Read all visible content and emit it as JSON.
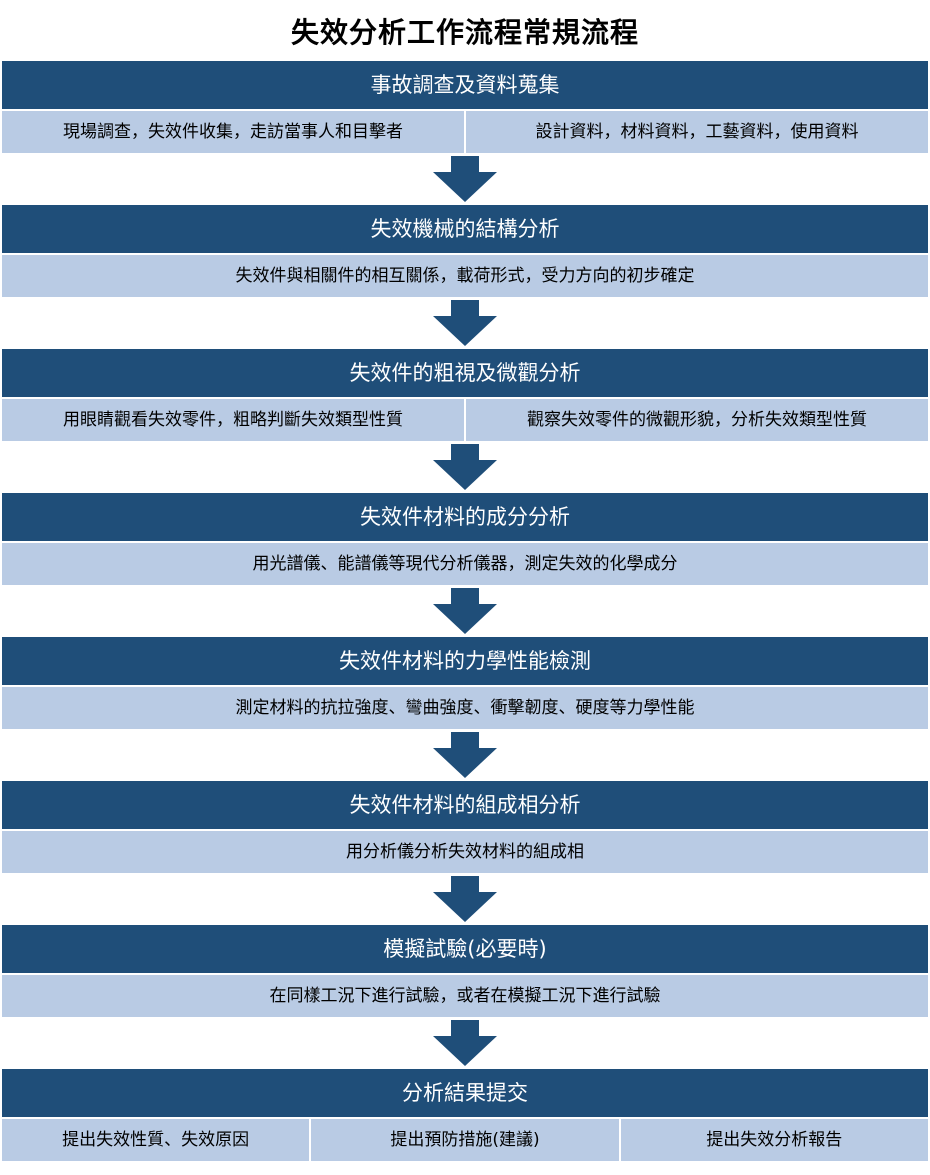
{
  "title": "失效分析工作流程常規流程",
  "colors": {
    "header_bg": "#1f4e79",
    "detail_bg": "#b9cbe4",
    "arrow": "#1f4e79"
  },
  "steps": [
    {
      "header": "事故調查及資料蒐集",
      "details": [
        "現場調查，失效件收集，走訪當事人和目擊者",
        "設計資料，材料資料，工藝資料，使用資料"
      ]
    },
    {
      "header": "失效機械的結構分析",
      "details": [
        "失效件與相關件的相互關係，載荷形式，受力方向的初步確定"
      ]
    },
    {
      "header": "失效件的粗視及微觀分析",
      "details": [
        "用眼睛觀看失效零件，粗略判斷失效類型性質",
        "觀察失效零件的微觀形貌，分析失效類型性質"
      ]
    },
    {
      "header": "失效件材料的成分分析",
      "details": [
        "用光譜儀、能譜儀等現代分析儀器，測定失效的化學成分"
      ]
    },
    {
      "header": "失效件材料的力學性能檢測",
      "details": [
        "測定材料的抗拉強度、彎曲強度、衝擊韌度、硬度等力學性能"
      ]
    },
    {
      "header": "失效件材料的組成相分析",
      "details": [
        "用分析儀分析失效材料的組成相"
      ]
    },
    {
      "header": "模擬試驗(必要時)",
      "details": [
        "在同樣工況下進行試驗，或者在模擬工況下進行試驗"
      ]
    },
    {
      "header": "分析結果提交",
      "details": [
        "提出失效性質、失效原因",
        "提出預防措施(建議)",
        "提出失效分析報告"
      ]
    }
  ]
}
